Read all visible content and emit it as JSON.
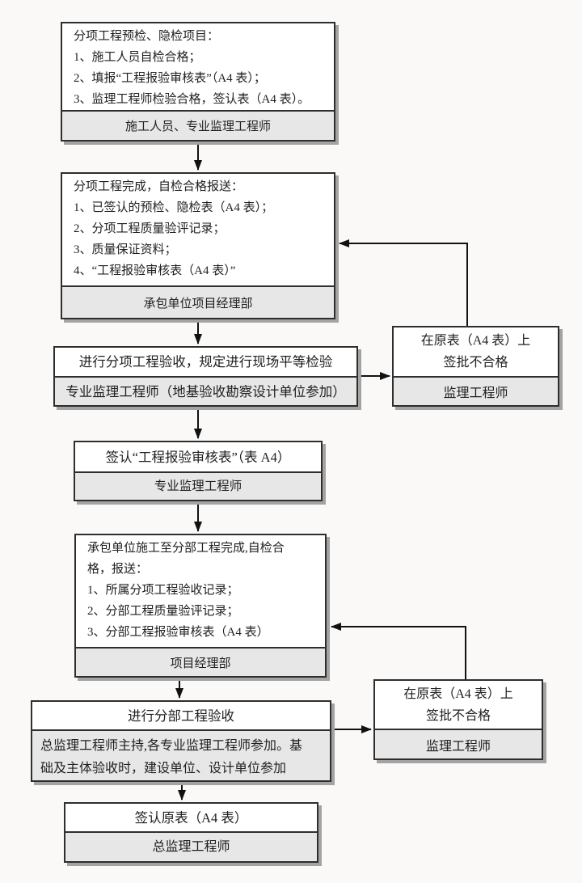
{
  "colors": {
    "background": "#faf9f8",
    "box_fill": "#ffffff",
    "box_border": "#2e2e2e",
    "footer_fill": "#e7e7e7",
    "shadow": "#a3a3a3",
    "connector": "#111111",
    "text": "#1f1f1f"
  },
  "boxes": {
    "step1": {
      "lines": [
        "分项工程预检、隐检项目：",
        "1、施工人员自检合格；",
        "2、填报“工程报验审核表”（A4 表）；",
        "3、监理工程师检验合格，签认表（A4 表）。"
      ],
      "footer": "施工人员、专业监理工程师"
    },
    "step2": {
      "lines": [
        "分项工程完成，自检合格报送：",
        "1、已签认的预检、隐检表（A4 表）；",
        "2、分项工程质量验评记录；",
        "3、质量保证资料；",
        "4、“工程报验审核表（A4 表）”"
      ],
      "footer": "承包单位项目经理部"
    },
    "step3": {
      "title": "进行分项工程验收，规定进行现场平等检验",
      "footer": "专业监理工程师（地基验收勘察设计单位参加）"
    },
    "reject1": {
      "lines": [
        "在原表（A4 表）上",
        "签批不合格"
      ],
      "footer": "监理工程师"
    },
    "step4": {
      "title": "签认“工程报验审核表”（表 A4）",
      "footer": "专业监理工程师"
    },
    "step5": {
      "lines": [
        "承包单位施工至分部工程完成,自检合",
        "格，报送：",
        "1、所属分项工程验收记录；",
        "2、分部工程质量验评记录；",
        "3、分部工程报验审核表（A4 表）"
      ],
      "footer": "项目经理部"
    },
    "step6": {
      "title": "进行分部工程验收",
      "footer_lines": [
        "总监理工程师主持,各专业监理工程师参加。基",
        "础及主体验收时，建设单位、设计单位参加"
      ]
    },
    "reject2": {
      "lines": [
        "在原表（A4 表）上",
        "签批不合格"
      ],
      "footer": "监理工程师"
    },
    "step7": {
      "title": "签认原表（A4 表）",
      "footer": "总监理工程师"
    }
  }
}
